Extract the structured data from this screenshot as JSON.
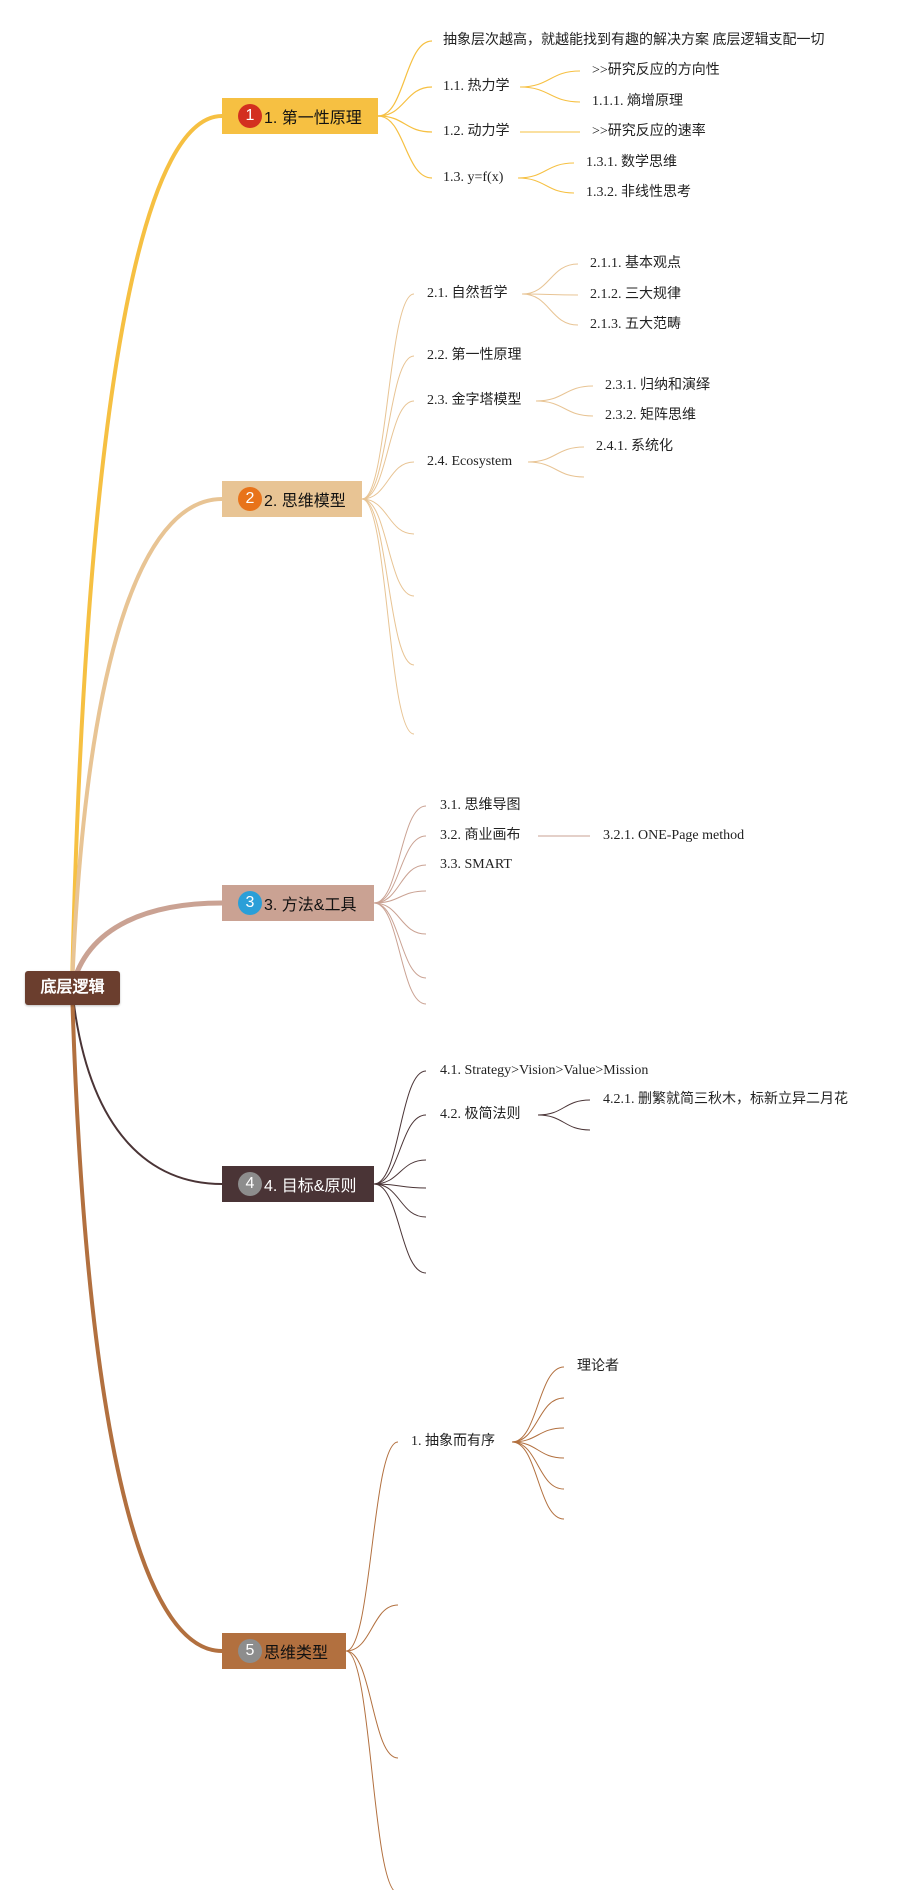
{
  "root": {
    "label": "底层逻辑"
  },
  "branches": [
    {
      "label": "1. 第一性原理",
      "marker": "1",
      "color": "#f6c042",
      "marker_color": "#d32f1f",
      "nodes": {
        "note": "抽象层次越高，就越能找到有趣的解决方案 底层逻辑支配一切",
        "n11": "1.1. 热力学",
        "n11a": ">>研究反应的方向性",
        "n111": "1.1.1. 熵增原理",
        "n12": "1.2. 动力学",
        "n12a": ">>研究反应的速率",
        "n13": "1.3. y=f(x)",
        "n131": "1.3.1. 数学思维",
        "n132": "1.3.2. 非线性思考"
      }
    },
    {
      "label": "2. 思维模型",
      "marker": "2",
      "color": "#e8c494",
      "marker_color": "#e8731a",
      "nodes": {
        "n21": "2.1. 自然哲学",
        "n211": "2.1.1. 基本观点",
        "n212": "2.1.2. 三大规律",
        "n213": "2.1.3. 五大范畴",
        "n22": "2.2. 第一性原理",
        "n23": "2.3. 金字塔模型",
        "n231": "2.3.1. 归纳和演绎",
        "n232": "2.3.2. 矩阵思维",
        "n24": "2.4. Ecosystem",
        "n241": "2.4.1. 系统化"
      }
    },
    {
      "label": "3. 方法&工具",
      "marker": "3",
      "color": "#caa293",
      "marker_color": "#2a9fd8",
      "nodes": {
        "n31": "3.1. 思维导图",
        "n32": "3.2. 商业画布",
        "n321": "3.2.1. ONE-Page method",
        "n33": "3.3. SMART"
      }
    },
    {
      "label": "4. 目标&原则",
      "marker": "4",
      "color": "#4a3436",
      "marker_color": "#8d8d8d",
      "text_color": "#ffffff",
      "nodes": {
        "n41": "4.1. Strategy>Vision>Value>Mission",
        "n42": "4.2. 极简法则",
        "n421": "4.2.1. 删繁就简三秋木，标新立异二月花"
      }
    },
    {
      "label": "思维类型",
      "marker": "5",
      "color": "#b2703f",
      "marker_color": "#8d8d8d",
      "nodes": {
        "n51": "1. 抽象而有序",
        "n511": "理论者"
      }
    }
  ]
}
